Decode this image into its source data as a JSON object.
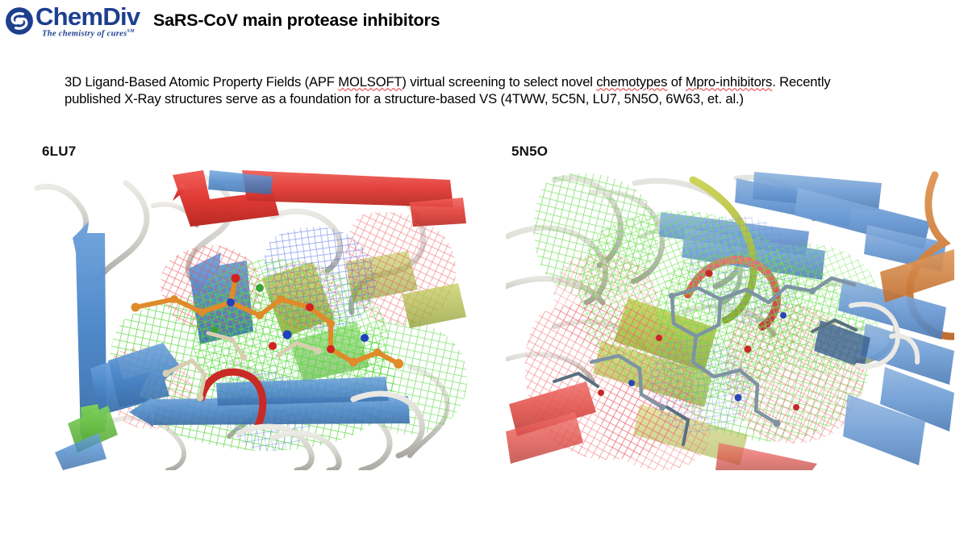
{
  "header": {
    "logo": {
      "icon": "chemdiv-swirl-logo-icon",
      "wordmark": "ChemDiv",
      "tagline": "The chemistry of cures",
      "tagline_tm": "SM",
      "brand_color": "#1d3f8f"
    },
    "title": "SaRS-CoV main protease inhibitors"
  },
  "body": {
    "paragraph_segments": [
      {
        "text": "3D Ligand-Based Atomic Property Fields (APF ",
        "misspelled": false
      },
      {
        "text": "MOLSOFT",
        "misspelled": true
      },
      {
        "text": ") virtual screening to select novel ",
        "misspelled": false
      },
      {
        "text": "chemotypes",
        "misspelled": true
      },
      {
        "text": " of ",
        "misspelled": false
      },
      {
        "text": "Mpro-inhibitors",
        "misspelled": true
      },
      {
        "text": ". Recently published X-Ray structures serve as a foundation for a structure-based VS (4TWW, 5C5N, LU7, 5N5O, 6W63, et. al.)",
        "misspelled": false
      }
    ],
    "paragraph_plain": "3D Ligand-Based Atomic Property Fields (APF MOLSOFT) virtual screening to select novel chemotypes of Mpro-inhibitors. Recently published X-Ray structures serve as a foundation for a structure-based VS (4TWW, 5C5N, LU7, 5N5O, 6W63, et. al.)",
    "spellcheck_underline_color": "#e03030"
  },
  "panels": [
    {
      "id": "panel-6lu7",
      "label": "6LU7",
      "caption": "Protein ribbon structure of SARS-CoV main protease PDB 6LU7 with APF property-field mesh surfaces surrounding the bound ligand",
      "ribbon_colors": {
        "beta_sheet_blue": "#4a86c8",
        "beta_sheet_red": "#e03a34",
        "helix_red": "#c92a25",
        "loop_gray": "#d4d2cc",
        "strand_green": "#5fb93b",
        "strand_olive": "#a6b83a"
      },
      "mesh_colors": {
        "hydrophobic_green": "#4fd634",
        "hbond_acceptor_red": "#ef4b52",
        "hbond_donor_blue": "#5a76e8"
      },
      "ligand_colors": {
        "carbon_orange": "#e08a2a",
        "oxygen_red": "#d32020",
        "nitrogen_blue": "#2040c0",
        "carbon_tan": "#d8cfb0"
      }
    },
    {
      "id": "panel-5n5o",
      "label": "5N5O",
      "caption": "Protein ribbon structure of PDB 5N5O with APF property-field mesh surfaces surrounding the bound ligand",
      "ribbon_colors": {
        "beta_sheet_blue": "#6a9ad4",
        "helix_red": "#e0504a",
        "loop_gray": "#bfbdb6",
        "strand_olive": "#b2bc37",
        "strand_orange": "#d3823f"
      },
      "mesh_colors": {
        "hydrophobic_green": "#63d945",
        "hbond_acceptor_red": "#f06a70",
        "hbond_donor_blue": "#6f87e0"
      },
      "ligand_colors": {
        "carbon_slate": "#7f93a3",
        "oxygen_red": "#c62828",
        "nitrogen_blue": "#2a46b8"
      }
    }
  ],
  "colors": {
    "background": "#ffffff",
    "text": "#000000"
  }
}
